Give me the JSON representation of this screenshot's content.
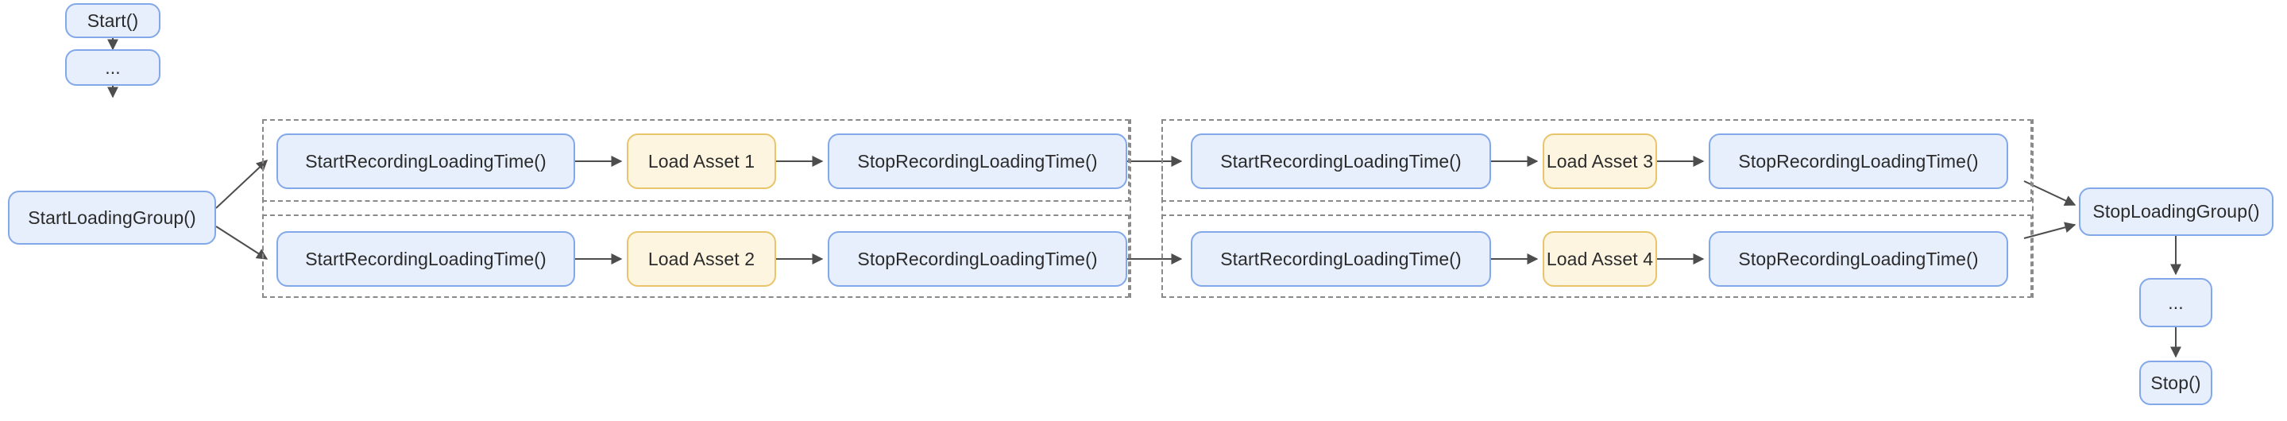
{
  "diagram": {
    "title": "Loading group timing flow",
    "background_color": "#ffffff",
    "node_blue_fill": "#e8effc",
    "node_blue_border": "#82a8ea",
    "node_yellow_fill": "#fdf5e0",
    "node_yellow_border": "#e8c46b",
    "group_border_color": "#8a8a8a",
    "edge_color": "#4d4d4d",
    "text_color": "#2b2b2b"
  },
  "nodes": {
    "start": "Start()",
    "ellipsis_top": "...",
    "start_loading_group": "StartLoadingGroup()",
    "g1_r1_start_rec": "StartRecordingLoadingTime()",
    "g1_r1_asset": "Load Asset 1",
    "g1_r1_stop_rec": "StopRecordingLoadingTime()",
    "g1_r2_start_rec": "StartRecordingLoadingTime()",
    "g1_r2_asset": "Load Asset 2",
    "g1_r2_stop_rec": "StopRecordingLoadingTime()",
    "g2_r1_start_rec": "StartRecordingLoadingTime()",
    "g2_r1_asset": "Load Asset 3",
    "g2_r1_stop_rec": "StopRecordingLoadingTime()",
    "g2_r2_start_rec": "StartRecordingLoadingTime()",
    "g2_r2_asset": "Load Asset 4",
    "g2_r2_stop_rec": "StopRecordingLoadingTime()",
    "stop_loading_group": "StopLoadingGroup()",
    "ellipsis_bottom": "...",
    "stop": "Stop()"
  },
  "groups": {
    "group1_row1_label": "",
    "group1_row2_label": "",
    "group2_row1_label": "",
    "group2_row2_label": ""
  },
  "edges": [
    {
      "from": "start",
      "to": "ellipsis_top"
    },
    {
      "from": "ellipsis_top",
      "to": "start_loading_group"
    },
    {
      "from": "start_loading_group",
      "to": "g1_r1_start_rec"
    },
    {
      "from": "start_loading_group",
      "to": "g1_r2_start_rec"
    },
    {
      "from": "g1_r1_start_rec",
      "to": "g1_r1_asset"
    },
    {
      "from": "g1_r1_asset",
      "to": "g1_r1_stop_rec"
    },
    {
      "from": "g1_r1_stop_rec",
      "to": "g2_r1_start_rec"
    },
    {
      "from": "g1_r2_start_rec",
      "to": "g1_r2_asset"
    },
    {
      "from": "g1_r2_asset",
      "to": "g1_r2_stop_rec"
    },
    {
      "from": "g1_r2_stop_rec",
      "to": "g2_r2_start_rec"
    },
    {
      "from": "g2_r1_start_rec",
      "to": "g2_r1_asset"
    },
    {
      "from": "g2_r1_asset",
      "to": "g2_r1_stop_rec"
    },
    {
      "from": "g2_r1_stop_rec",
      "to": "stop_loading_group"
    },
    {
      "from": "g2_r2_start_rec",
      "to": "g2_r2_asset"
    },
    {
      "from": "g2_r2_asset",
      "to": "g2_r2_stop_rec"
    },
    {
      "from": "g2_r2_stop_rec",
      "to": "stop_loading_group"
    },
    {
      "from": "stop_loading_group",
      "to": "ellipsis_bottom"
    },
    {
      "from": "ellipsis_bottom",
      "to": "stop"
    }
  ]
}
